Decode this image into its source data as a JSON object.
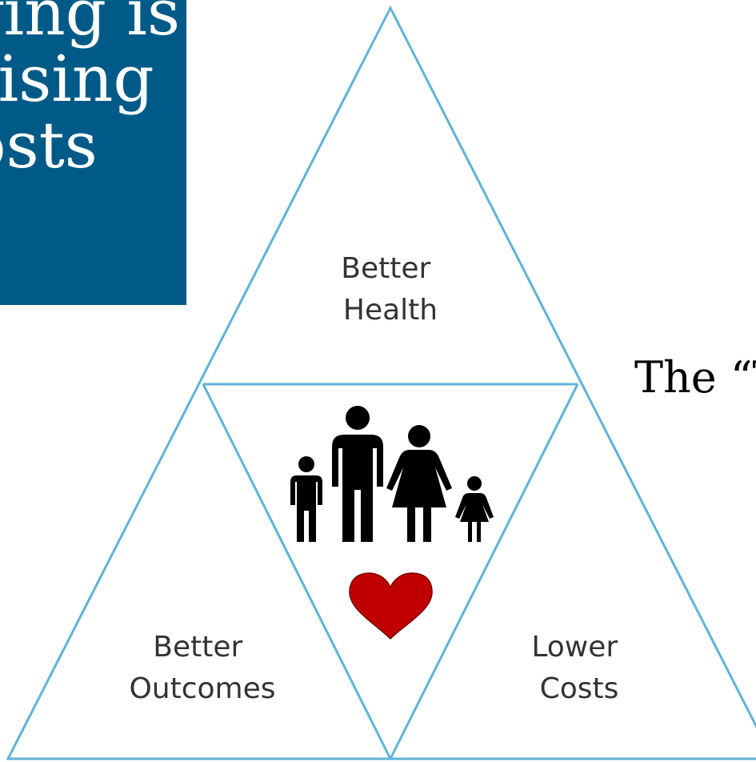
{
  "banner": {
    "lines": [
      "ving is",
      "rising",
      "osts"
    ]
  },
  "side_caption": "The “T",
  "diagram": {
    "top_label": [
      "Better",
      "Health"
    ],
    "left_label": [
      "Better",
      "Outcomes"
    ],
    "right_label": [
      "Lower",
      "Costs"
    ],
    "line_color": "#5fb3d6",
    "heart_color": "#c00000",
    "figure_color": "#000000",
    "center_icons": [
      "family-icon",
      "heart-icon"
    ]
  }
}
